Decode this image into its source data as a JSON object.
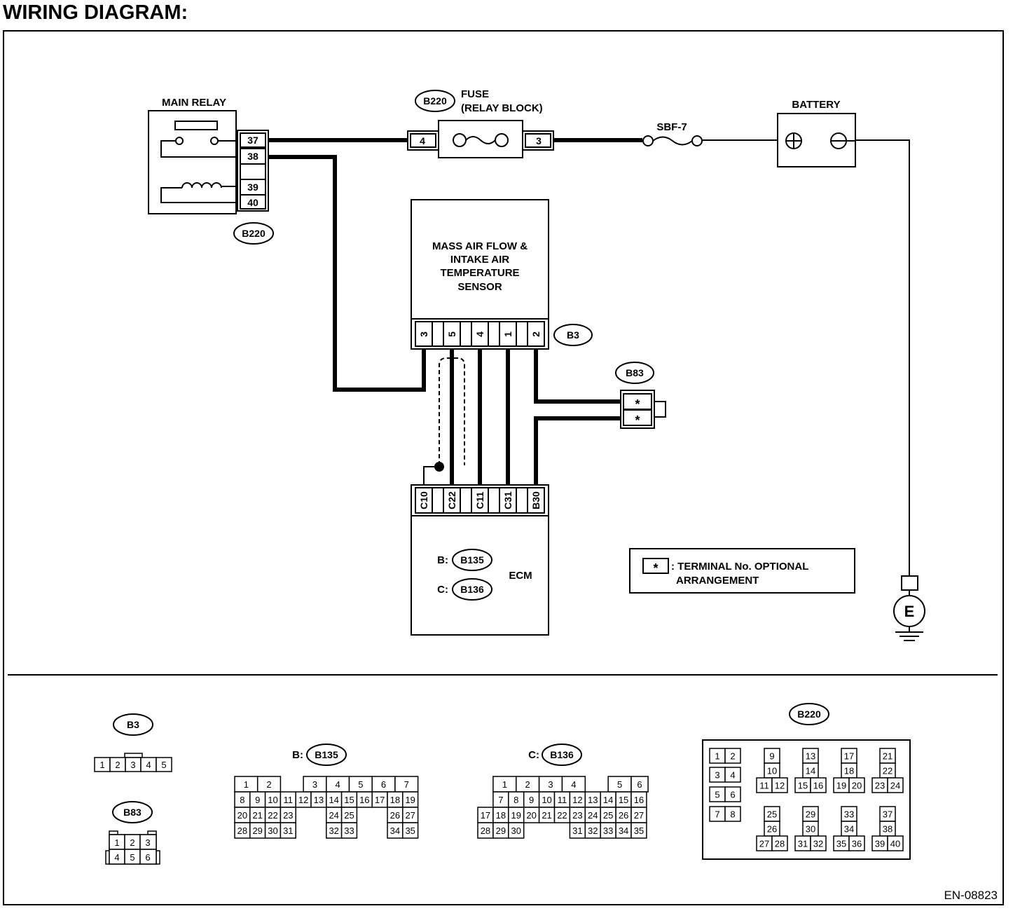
{
  "title": "WIRING DIAGRAM:",
  "figure_code": "EN-08823",
  "components": {
    "main_relay": {
      "label": "MAIN RELAY",
      "connector": "B220",
      "terminals": [
        "37",
        "38",
        "39",
        "40"
      ]
    },
    "fuse": {
      "connector": "B220",
      "label_line1": "FUSE",
      "label_line2": "(RELAY BLOCK)",
      "terminal_in": "4",
      "terminal_out": "3"
    },
    "sbf": {
      "label": "SBF-7"
    },
    "battery": {
      "label": "BATTERY"
    },
    "sensor": {
      "label_lines": [
        "MASS AIR FLOW &",
        "INTAKE AIR",
        "TEMPERATURE",
        "SENSOR"
      ],
      "connector": "B3",
      "terminals": [
        "3",
        "5",
        "4",
        "1",
        "2"
      ]
    },
    "b83": {
      "connector": "B83",
      "terminals": [
        "*",
        "*"
      ]
    },
    "ecm": {
      "label": "ECM",
      "terminals": [
        "C10",
        "C22",
        "C11",
        "C31",
        "B30"
      ],
      "connectors": [
        {
          "prefix": "B:",
          "name": "B135"
        },
        {
          "prefix": "C:",
          "name": "B136"
        }
      ]
    },
    "ground": {
      "label": "E"
    }
  },
  "legend": {
    "symbol": "*",
    "line1": ": TERMINAL No. OPTIONAL",
    "line2": "ARRANGEMENT"
  },
  "connector_views": {
    "b3": {
      "label": "B3",
      "pins": [
        "1",
        "2",
        "3",
        "4",
        "5"
      ]
    },
    "b83": {
      "label": "B83",
      "pins_top": [
        "1",
        "2",
        "3"
      ],
      "pins_bottom": [
        "4",
        "5",
        "6"
      ]
    },
    "b135": {
      "prefix": "B:",
      "label": "B135",
      "rows": [
        [
          "1",
          "2",
          "",
          "3",
          "4",
          "5",
          "6",
          "7"
        ],
        [
          "8",
          "9",
          "10",
          "11",
          "12",
          "13",
          "14",
          "15",
          "16",
          "17",
          "18",
          "19"
        ],
        [
          "20",
          "21",
          "22",
          "23",
          "",
          "",
          "24",
          "25",
          "",
          "",
          "26",
          "27"
        ],
        [
          "28",
          "29",
          "30",
          "31",
          "",
          "",
          "32",
          "33",
          "",
          "",
          "34",
          "35"
        ]
      ]
    },
    "b136": {
      "prefix": "C:",
      "label": "B136",
      "rows": [
        [
          "1",
          "2",
          "3",
          "4",
          "",
          "5",
          "6"
        ],
        [
          "7",
          "8",
          "9",
          "10",
          "11",
          "12",
          "13",
          "14",
          "15",
          "16"
        ],
        [
          "17",
          "18",
          "19",
          "20",
          "21",
          "22",
          "23",
          "24",
          "25",
          "26",
          "27"
        ],
        [
          "28",
          "29",
          "30",
          "",
          "",
          "",
          "31",
          "32",
          "33",
          "34",
          "35"
        ]
      ]
    },
    "b220": {
      "label": "B220",
      "pairs": [
        [
          "1",
          "2"
        ],
        [
          "3",
          "4"
        ],
        [
          "5",
          "6"
        ],
        [
          "7",
          "8"
        ]
      ],
      "groups": [
        [
          "9",
          "10",
          "11",
          "12"
        ],
        [
          "13",
          "14",
          "15",
          "16"
        ],
        [
          "17",
          "18",
          "19",
          "20"
        ],
        [
          "21",
          "22",
          "23",
          "24"
        ],
        [
          "25",
          "26",
          "27",
          "28"
        ],
        [
          "29",
          "30",
          "31",
          "32"
        ],
        [
          "33",
          "34",
          "35",
          "36"
        ],
        [
          "37",
          "38",
          "39",
          "40"
        ]
      ]
    }
  }
}
